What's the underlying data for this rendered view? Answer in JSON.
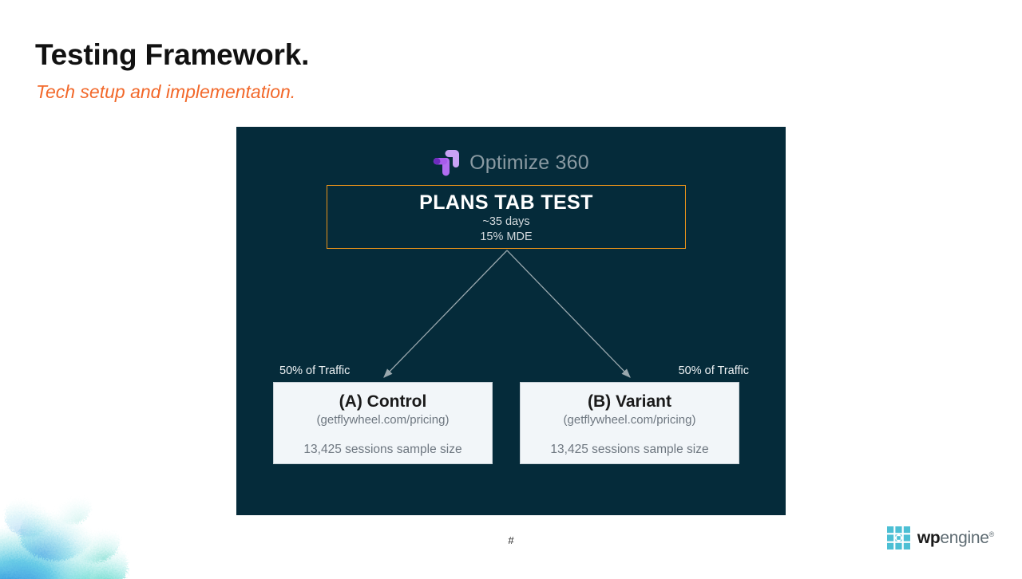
{
  "slide": {
    "title": "Testing Framework.",
    "subtitle": "Tech setup and implementation.",
    "page_number": "#",
    "accent_color": "#f2682a",
    "panel_color": "#052b3a"
  },
  "diagram": {
    "brand": {
      "name": "Optimize 360",
      "icon": "optimize-360-icon",
      "icon_colors": [
        "#b47cf0",
        "#c9a2f5",
        "#7a2fd0"
      ],
      "text_color": "#8a9aa2"
    },
    "test_box": {
      "name": "PLANS TAB TEST",
      "duration": "~35 days",
      "mde": "15% MDE",
      "border_color": "#e8921a"
    },
    "arrows": {
      "left_label": "50% of Traffic",
      "right_label": "50% of Traffic",
      "color": "#9aa8ae"
    },
    "variants": [
      {
        "key": "control",
        "title": "(A) Control",
        "url": "(getflywheel.com/pricing)",
        "sample_size": "13,425 sessions sample size"
      },
      {
        "key": "variant",
        "title": "(B) Variant",
        "url": "(getflywheel.com/pricing)",
        "sample_size": "13,425 sessions sample size"
      }
    ]
  },
  "footer": {
    "logo": {
      "mark": "wpengine-grid-icon",
      "wp": "wp",
      "engine": "engine",
      "trademark": "®",
      "mark_color": "#4cbfd4"
    }
  }
}
